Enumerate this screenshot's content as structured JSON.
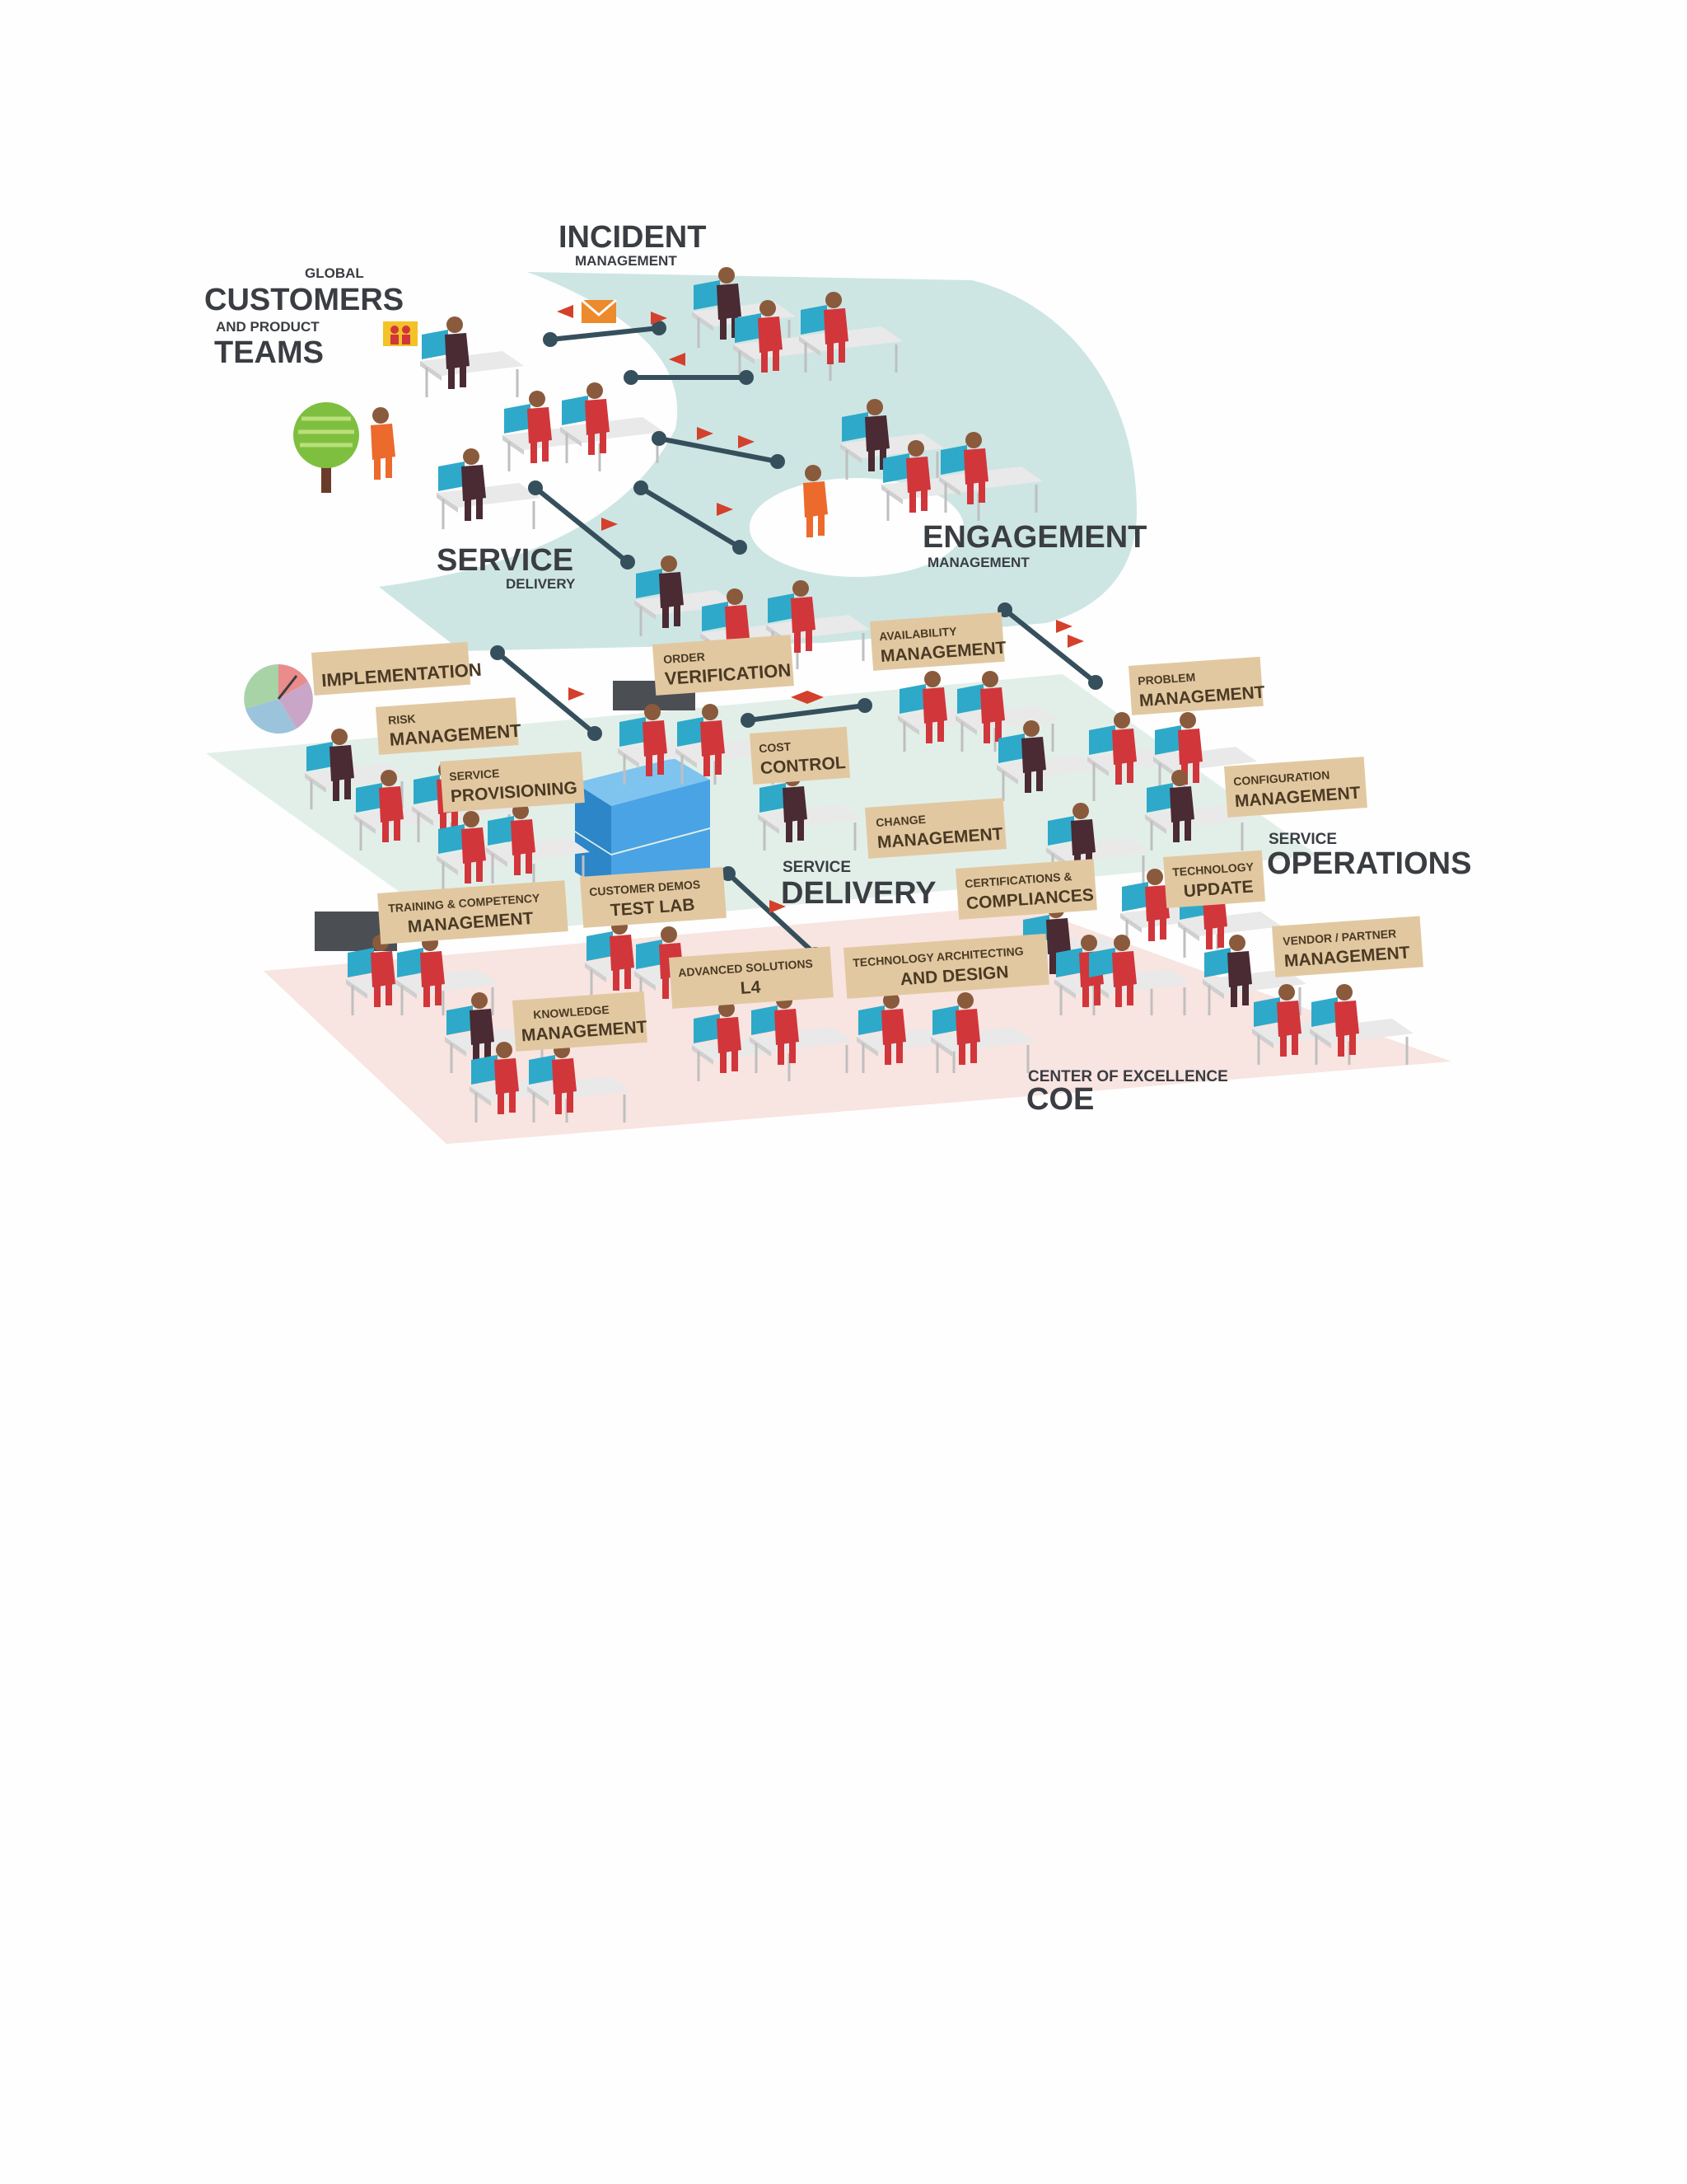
{
  "headings": {
    "incident": {
      "title": "INCIDENT",
      "sub": "MANAGEMENT"
    },
    "customers": {
      "top": "GLOBAL",
      "title": "CUSTOMERS",
      "mid": "AND PRODUCT",
      "bottom": "TEAMS"
    },
    "service_delivery_upper": {
      "title": "SERVICE",
      "sub": "DELIVERY"
    },
    "engagement": {
      "title": "ENGAGEMENT",
      "sub": "MANAGEMENT"
    },
    "service_delivery_lower": {
      "top": "SERVICE",
      "title": "DELIVERY"
    },
    "service_operations": {
      "top": "SERVICE",
      "title": "OPERATIONS"
    },
    "coe": {
      "top": "CENTER OF EXCELLENCE",
      "title": "COE"
    }
  },
  "tags": {
    "implementation": {
      "small": "",
      "big": "IMPLEMENTATION"
    },
    "risk": {
      "small": "RISK",
      "big": "MANAGEMENT"
    },
    "order": {
      "small": "ORDER",
      "big": "VERIFICATION"
    },
    "availability": {
      "small": "AVAILABILITY",
      "big": "MANAGEMENT"
    },
    "problem": {
      "small": "PROBLEM",
      "big": "MANAGEMENT"
    },
    "service_prov": {
      "small": "SERVICE",
      "big": "PROVISIONING"
    },
    "cost": {
      "small": "COST",
      "big": "CONTROL"
    },
    "configuration": {
      "small": "CONFIGURATION",
      "big": "MANAGEMENT"
    },
    "change": {
      "small": "CHANGE",
      "big": "MANAGEMENT"
    },
    "training": {
      "small": "TRAINING & COMPETENCY",
      "big": "MANAGEMENT"
    },
    "demos": {
      "small": "CUSTOMER DEMOS",
      "big": "TEST LAB"
    },
    "certifications": {
      "small": "CERTIFICATIONS &",
      "big": "COMPLIANCES"
    },
    "tech_update": {
      "small": "TECHNOLOGY",
      "big": "UPDATE"
    },
    "advanced": {
      "small": "ADVANCED SOLUTIONS",
      "big": "L4"
    },
    "tech_arch": {
      "small": "TECHNOLOGY ARCHITECTING",
      "big": "AND DESIGN"
    },
    "vendor": {
      "small": "VENDOR / PARTNER",
      "big": "MANAGEMENT"
    },
    "knowledge": {
      "small": "KNOWLEDGE",
      "big": "MANAGEMENT"
    }
  },
  "colors": {
    "teal_floor": "#cde6e4",
    "mint_floor": "#e2efe9",
    "pink_floor": "#f8e4e0",
    "person_red": "#d1363b",
    "person_dark": "#4a2a33",
    "person_orange": "#ec6a2c",
    "monitor": "#2fa9c9",
    "desk": "#e9e9e9",
    "tag_fill": "#e2c8a0",
    "server_blue": "#3f97dc",
    "connector": "#364f5c",
    "arrow_red": "#d4402c",
    "heading_text": "#3a3d42"
  }
}
